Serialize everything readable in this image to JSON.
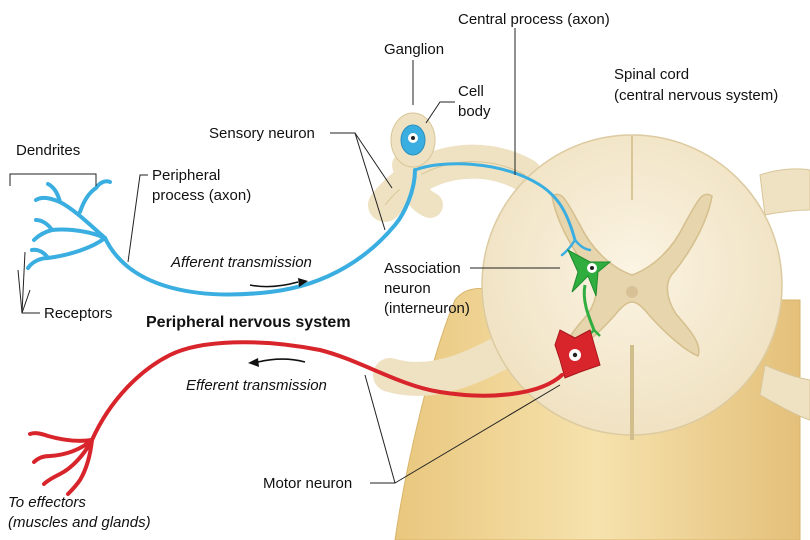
{
  "labels": {
    "central_process": "Central process (axon)",
    "ganglion": "Ganglion",
    "cell_body_1": "Cell",
    "cell_body_2": "body",
    "spinal_cord_1": "Spinal cord",
    "spinal_cord_2": "(central nervous system)",
    "sensory_neuron": "Sensory neuron",
    "dendrites": "Dendrites",
    "peripheral_process_1": "Peripheral",
    "peripheral_process_2": "process (axon)",
    "afferent": "Afferent transmission",
    "association_1": "Association",
    "association_2": "neuron",
    "association_3": "(interneuron)",
    "receptors": "Receptors",
    "pns": "Peripheral nervous system",
    "efferent": "Efferent transmission",
    "motor_neuron": "Motor neuron",
    "effectors_1": "To effectors",
    "effectors_2": "(muscles and glands)"
  },
  "colors": {
    "sensory": "#3aaee0",
    "motor": "#d8252b",
    "interneuron": "#2fae3f",
    "spinal_cord": "#f5ead2",
    "gray_matter": "#e7d6b0",
    "column": "#f0d79a"
  }
}
